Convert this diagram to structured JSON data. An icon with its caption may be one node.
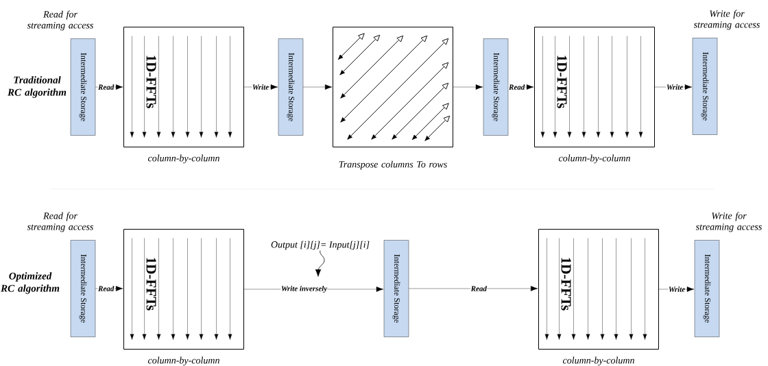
{
  "diagram": {
    "nodes": [
      {
        "text": [
          "Intermediate Storage"
        ],
        "beside": [
          "Read for streaming access"
        ]
      },
      {
        "text": [
          "1D-FFTs"
        ],
        "beside": [
          "column-by-column"
        ]
      },
      {
        "text": [
          "Intermediate Storage"
        ]
      },
      {
        "text": [],
        "shape": "box",
        "beside": [
          "Transpose columns To rows"
        ]
      },
      {
        "text": [
          "Intermediate Storage"
        ]
      },
      {
        "text": [
          "1D-FFTs"
        ],
        "beside": [
          "column-by-column"
        ]
      },
      {
        "text": [
          "Intermediate Storage"
        ],
        "beside": [
          "Write for streaming access"
        ]
      },
      {
        "text": [
          "Intermediate Storage"
        ],
        "beside": [
          "Read for streaming access"
        ]
      },
      {
        "text": [
          "1D-FFTs"
        ],
        "beside": [
          "column-by-column"
        ]
      },
      {
        "text": [
          "Intermediate Storage"
        ]
      },
      {
        "text": [
          "1D-FFTs"
        ],
        "beside": [
          "column-by-column"
        ]
      },
      {
        "text": [
          "Intermediate Storage"
        ],
        "beside": [
          "Write for streaming access"
        ]
      },
      {
        "text": [
          "Output [i][j]= Input[j][i]"
        ]
      }
    ],
    "edges": [
      {
        "from": 0,
        "to": 1,
        "arrow": "to",
        "label": "Read"
      },
      {
        "from": 1,
        "to": 2,
        "arrow": "to",
        "label": "Write"
      },
      {
        "from": 2,
        "to": 3,
        "arrow": "to"
      },
      {
        "from": 3,
        "to": 4,
        "arrow": "to"
      },
      {
        "from": 4,
        "to": 5,
        "arrow": "to",
        "label": "Read"
      },
      {
        "from": 5,
        "to": 6,
        "arrow": "to",
        "label": "Write"
      },
      {
        "from": 7,
        "to": 8,
        "arrow": "to",
        "label": "Read"
      },
      {
        "from": 8,
        "to": 9,
        "arrow": "to",
        "label": "Write inversely"
      },
      {
        "from": 9,
        "to": 10,
        "arrow": "to",
        "label": "Read"
      },
      {
        "from": 10,
        "to": 11,
        "arrow": "to",
        "label": "Write"
      },
      {
        "from": 12,
        "to": null,
        "arrow": "to"
      }
    ],
    "labels": [
      "Traditional RC algorithm",
      "Optimized RC algorithm"
    ]
  }
}
